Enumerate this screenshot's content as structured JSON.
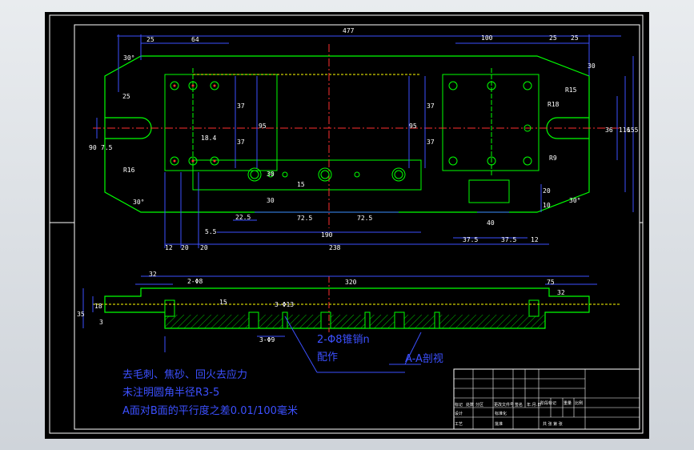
{
  "drawing": {
    "top_view": {
      "dimensions": [
        {
          "id": "d-477",
          "text": "477"
        },
        {
          "id": "d-25-tl",
          "text": "25"
        },
        {
          "id": "d-64",
          "text": "64"
        },
        {
          "id": "d-100",
          "text": "100"
        },
        {
          "id": "d-25-tr1",
          "text": "25"
        },
        {
          "id": "d-25-tr2",
          "text": "25"
        },
        {
          "id": "d-30deg-tl",
          "text": "30°"
        },
        {
          "id": "d-30-r",
          "text": "30"
        },
        {
          "id": "d-25-l",
          "text": "25"
        },
        {
          "id": "d-37-a",
          "text": "37"
        },
        {
          "id": "d-37-b",
          "text": "37"
        },
        {
          "id": "d-95-l",
          "text": "95"
        },
        {
          "id": "d-95-r",
          "text": "95"
        },
        {
          "id": "d-37-c",
          "text": "37"
        },
        {
          "id": "d-37-d",
          "text": "37"
        },
        {
          "id": "d-r15",
          "text": "R15"
        },
        {
          "id": "d-r18",
          "text": "R18"
        },
        {
          "id": "d-36-r",
          "text": "36"
        },
        {
          "id": "d-116",
          "text": "116"
        },
        {
          "id": "d-155",
          "text": "155"
        },
        {
          "id": "d-90",
          "text": "90"
        },
        {
          "id": "d-7-5",
          "text": "7.5"
        },
        {
          "id": "d-r16",
          "text": "R16"
        },
        {
          "id": "d-30deg-bl",
          "text": "30°"
        },
        {
          "id": "d-30deg-br",
          "text": "30°"
        },
        {
          "id": "d-184",
          "text": "18.4"
        },
        {
          "id": "d-30-c",
          "text": "30"
        },
        {
          "id": "d-15",
          "text": "15"
        },
        {
          "id": "d-30-b",
          "text": "30"
        },
        {
          "id": "d-r9",
          "text": "R9"
        },
        {
          "id": "d-20-r",
          "text": "20"
        },
        {
          "id": "d-10-r",
          "text": "10"
        },
        {
          "id": "d-40",
          "text": "40"
        },
        {
          "id": "d-22-5",
          "text": "22.5"
        },
        {
          "id": "d-72-5a",
          "text": "72.5"
        },
        {
          "id": "d-72-5b",
          "text": "72.5"
        },
        {
          "id": "d-5-5",
          "text": "5.5"
        },
        {
          "id": "d-190",
          "text": "190"
        },
        {
          "id": "d-37-5a",
          "text": "37.5"
        },
        {
          "id": "d-37-5b",
          "text": "37.5"
        },
        {
          "id": "d-12-r",
          "text": "12"
        },
        {
          "id": "d-12-l",
          "text": "12"
        },
        {
          "id": "d-20-a",
          "text": "20"
        },
        {
          "id": "d-20-b",
          "text": "20"
        },
        {
          "id": "d-238",
          "text": "238"
        }
      ]
    },
    "section_view": {
      "dimensions": [
        {
          "id": "s-32-l",
          "text": "32"
        },
        {
          "id": "s-2-8",
          "text": "2-Φ8"
        },
        {
          "id": "s-320",
          "text": "320"
        },
        {
          "id": "s-75",
          "text": "75"
        },
        {
          "id": "s-32-r",
          "text": "32"
        },
        {
          "id": "s-18",
          "text": "18"
        },
        {
          "id": "s-35",
          "text": "35"
        },
        {
          "id": "s-3",
          "text": "3"
        },
        {
          "id": "s-15",
          "text": "15"
        },
        {
          "id": "s-3-13",
          "text": "3-Φ13"
        },
        {
          "id": "s-3-9",
          "text": "3-Φ9"
        }
      ],
      "callout_pin": "2-Φ8锥销n",
      "callout_fit": "配作",
      "section_label": "A-A剖视"
    },
    "notes": [
      "去毛刺、焦砂、回火去应力",
      "未注明圆角半径R3-5",
      "A面对B面的平行度之差0.01/100毫米"
    ],
    "title_block": {
      "row_labels": [
        "标记",
        "处数",
        "分区",
        "更改文件号",
        "签名",
        "年.月.日"
      ],
      "design_label": "设计",
      "process_label": "工艺",
      "approve_label": "批准",
      "std_label": "标准化",
      "stage_label": "阶段标记",
      "weight_label": "重量",
      "scale_label": "比例",
      "sheet_label": "共  张  第  张"
    },
    "colors": {
      "background": "#000000",
      "part_outline": "#00ff00",
      "dimension": "#3c50ff",
      "center_line": "#ff3030",
      "hidden_line": "#ffff00",
      "frame": "#ffffff"
    }
  }
}
